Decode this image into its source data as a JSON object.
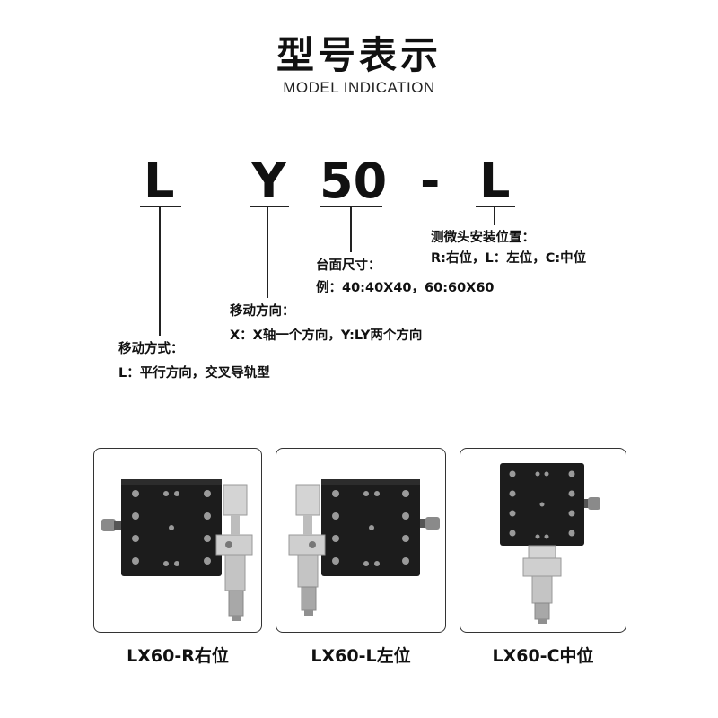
{
  "title": "型号表示",
  "subtitle": "MODEL INDICATION",
  "model_code": {
    "c1": "L",
    "c2": "Y",
    "c3": "50",
    "c4": "-",
    "c5": "L"
  },
  "annotations": {
    "movement_type": {
      "heading": "移动方式：",
      "desc": "L：平行方向，交叉导轨型"
    },
    "movement_direction": {
      "heading": "移动方向：",
      "desc": "X：X轴一个方向，Y:LY两个方向"
    },
    "table_size": {
      "heading": "台面尺寸：",
      "desc": "例：40:40X40，60:60X60"
    },
    "micrometer_position": {
      "heading": "测微头安装位置：",
      "desc": "R:右位，L：左位，C:中位"
    }
  },
  "products": [
    {
      "caption": "LX60-R右位",
      "micrometer_side": "right"
    },
    {
      "caption": "LX60-L左位",
      "micrometer_side": "left"
    },
    {
      "caption": "LX60-C中位",
      "micrometer_side": "center"
    }
  ],
  "colors": {
    "stage_body": "#1c1c1c",
    "metal": "#c8c8c8",
    "line": "#222222"
  }
}
